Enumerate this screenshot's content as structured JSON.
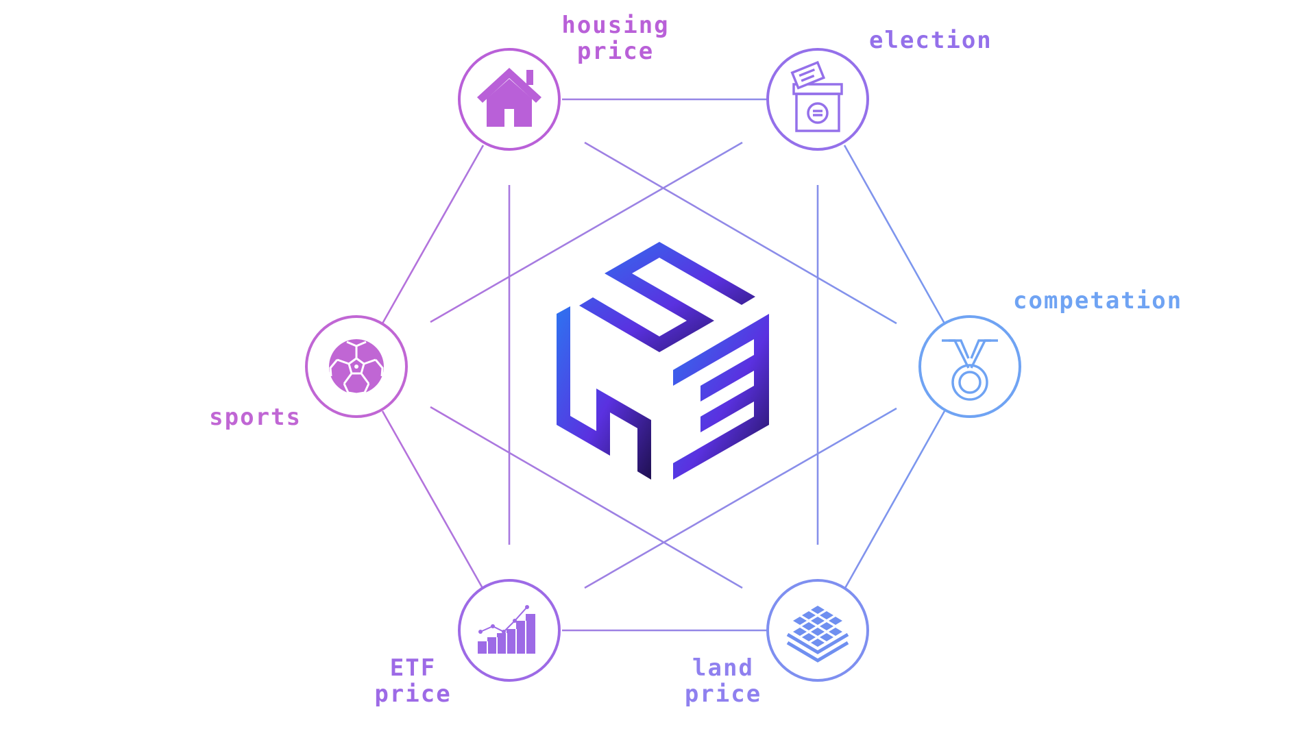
{
  "nodes": [
    {
      "id": "housing",
      "label_lines": [
        "housing",
        "price"
      ],
      "icon": "house-icon",
      "color": "#b960d8"
    },
    {
      "id": "election",
      "label_lines": [
        "election"
      ],
      "icon": "ballot-box-icon",
      "color": "#9470ea"
    },
    {
      "id": "competition",
      "label_lines": [
        "competation"
      ],
      "icon": "medal-icon",
      "color": "#6fa3f3"
    },
    {
      "id": "land",
      "label_lines": [
        "land",
        "price"
      ],
      "icon": "land-layers-icon",
      "color": "#8f80ef"
    },
    {
      "id": "etf",
      "label_lines": [
        "ETF",
        "price"
      ],
      "icon": "bar-chart-icon",
      "color": "#9d6ae6"
    },
    {
      "id": "sports",
      "label_lines": [
        "sports"
      ],
      "icon": "soccer-ball-icon",
      "color": "#c066d4"
    }
  ],
  "center": {
    "icon": "cube-logo-icon"
  },
  "colors": {
    "logo_start": "#2e73f0",
    "logo_mid": "#5a31e0",
    "logo_end": "#1f1050",
    "line_left": "#c06ad8",
    "line_right": "#6f9ff2"
  }
}
